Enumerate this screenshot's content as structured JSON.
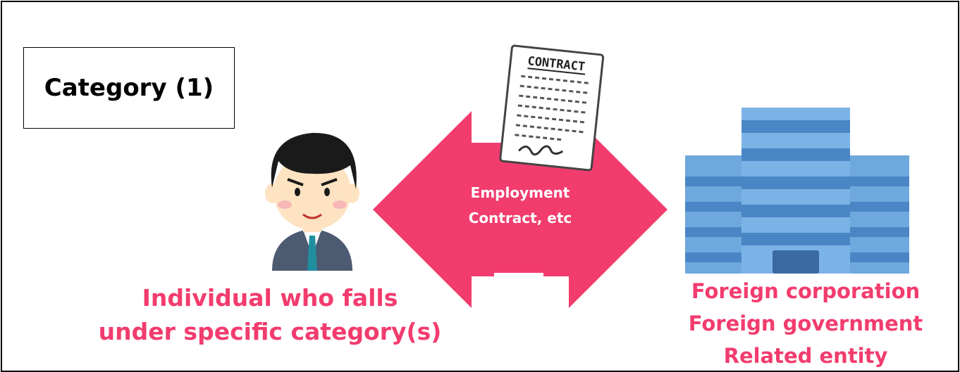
{
  "category_title": "Category (1)",
  "contract_header": "CONTRACT",
  "arrow_text": {
    "line1": "Employment",
    "line2": "Contract, etc"
  },
  "left_label": {
    "line1": "Individual who falls",
    "line2": "under specific category(s)"
  },
  "right_label": {
    "line1": "Foreign corporation",
    "line2": "Foreign government",
    "line3": "Related entity"
  },
  "colors": {
    "accent": "#f23c6e",
    "building": "#6fa8dc",
    "building_dark": "#4a86c5",
    "skin": "#fde3c2",
    "hair": "#1a1a1a"
  }
}
